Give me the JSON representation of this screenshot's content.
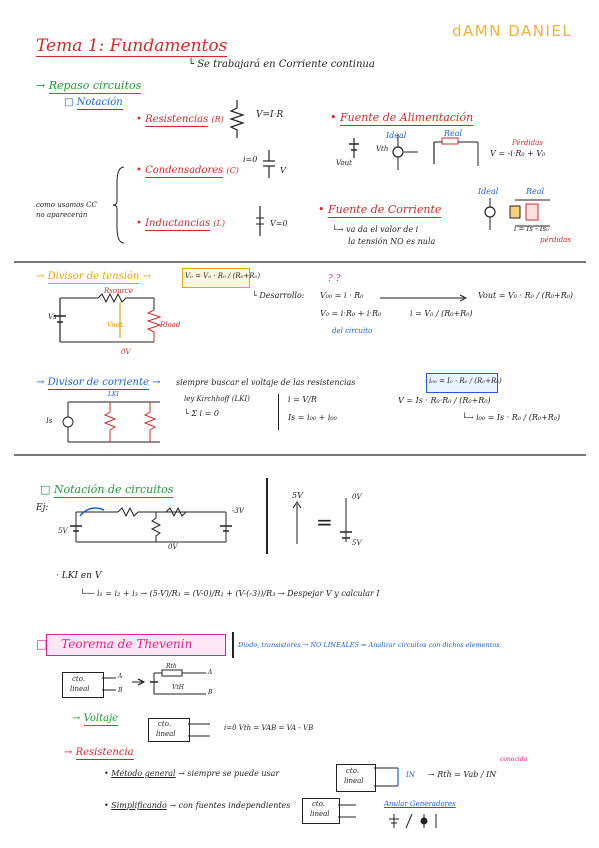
{
  "author": "dAMN DANIEL",
  "title": "Tema 1: Fundamentos",
  "subtitle": "Se trabajará en Corriente continua",
  "sec1": {
    "heading": "Repaso circuitos",
    "notation": "Notación",
    "resistencias": "Resistencias",
    "res_sym": "(R)",
    "res_eq": "V=I·R",
    "condensadores": "Condensadores",
    "cond_sym": "(C)",
    "cond_eq": "i=0",
    "cond_v": "V",
    "inductancias": "Inductancias",
    "ind_sym": "(L)",
    "ind_eq": "V=0",
    "cc_note_1": "como usamos CC",
    "cc_note_2": "no aparecerán",
    "fuente_alim": "Fuente de Alimentación",
    "ideal": "Ideal",
    "real": "Real",
    "vout": "Vout",
    "vth": "Vth",
    "pérdidas": "Pérdidas",
    "fa_eq": "V = -i·R₀ + V₀",
    "fuente_corr": "Fuente de Corriente",
    "fc_note_1": "va da el valor de i",
    "fc_note_2": "la tensión NO es nula",
    "fc_eq": "i = Is - Is₀",
    "perdidas2": "pérdidas"
  },
  "sec2": {
    "divisor_tension": "Divisor de tensión",
    "dt_formula": "V₀ = V₀ · R₀ / (R₀+R₀)",
    "r_source": "Rsource",
    "r_load": "Rload",
    "vs": "Vs",
    "vout": "Vout",
    "ov": "0V",
    "desarrollo": "Desarrollo:",
    "dev_1": "V₀₀ = i · R₀",
    "dev_2": "V₀ = i·R₀ + i·R₀",
    "dev_2b": "i = V₀ / (R₀+R₀)",
    "del_circuito": "del circuito",
    "vout_res": "Vout = V₀ · R₀ / (R₀+R₀)",
    "q": "?",
    "divisor_corriente": "Divisor de corriente",
    "dc_text": "siempre buscar el voltaje de las resistencias",
    "dc_formula": "i₀₀ = I₀ · R₀ / (R₀+R₀)",
    "kirchhoff": "ley Kirchhoff (LKI)",
    "sum_i": "Σ i = 0",
    "i_eq": "i = V/R",
    "is_eq": "Is = i₀₀ + i₀₀",
    "v_eq": "V = Is · R₀·R₀ / (R₀+R₀)",
    "idc_res": "i₀₀ = Is · R₀ / (R₀+R₀)",
    "is_lbl": "Is",
    "lki": "LKI"
  },
  "sec3": {
    "heading": "Notación de circuitos",
    "ej": "Ej:",
    "v5": "5V",
    "v3": "-3V",
    "ov": "0V",
    "sv": "5V",
    "equals": "=",
    "lki_v": "LKI en V",
    "lki_eq": "i₁ = i₂ + i₃  →  (5-V)/R₁ = (V-0)/R₂ + (V-(-3))/R₃  →  Despejar V y calcular I"
  },
  "sec4": {
    "heading": "Teorema de Thevenin",
    "note": "Diodo, transistores → NO LINEALES ⇒ Analizar circuitos con dichos elementos",
    "cto_1": "cto.",
    "cto_2": "lineal",
    "a": "A",
    "b": "B",
    "rth": "Rth",
    "vth": "VtH",
    "voltaje": "Voltaje",
    "volt_eq": "i=0    Vth = VAB = VA - VB",
    "resistencia": "Resistencia",
    "metodo": "Método general",
    "metodo_txt": "siempre se puede usar",
    "in": "IN",
    "rth_eq": "Rth = Vab / IN",
    "conocida": "conocida",
    "simplificando": "Simplificando",
    "simpl_txt": "con fuentes independientes",
    "anular": "Anular Generadores"
  }
}
